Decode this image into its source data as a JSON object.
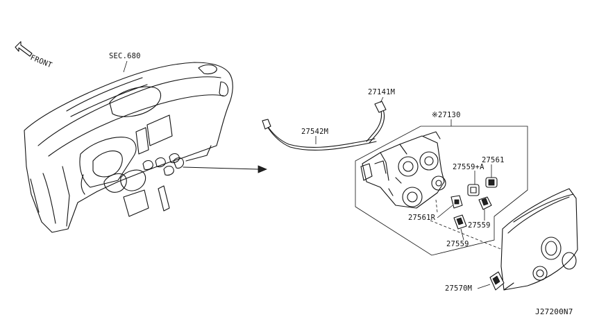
{
  "diagram": {
    "front_label": "FRONT",
    "section_ref": "SEC.680",
    "diagram_code": "J27200N7",
    "parts": [
      {
        "id": "p-27141m",
        "number": "27141M"
      },
      {
        "id": "p-27130",
        "number": "※27130"
      },
      {
        "id": "p-27542m",
        "number": "27542M"
      },
      {
        "id": "p-27561",
        "number": "27561"
      },
      {
        "id": "p-27559a",
        "number": "27559+A"
      },
      {
        "id": "p-27561r",
        "number": "27561R"
      },
      {
        "id": "p-27559-upper",
        "number": "27559"
      },
      {
        "id": "p-27559-lower",
        "number": "27559"
      },
      {
        "id": "p-27570m",
        "number": "27570M"
      }
    ]
  }
}
